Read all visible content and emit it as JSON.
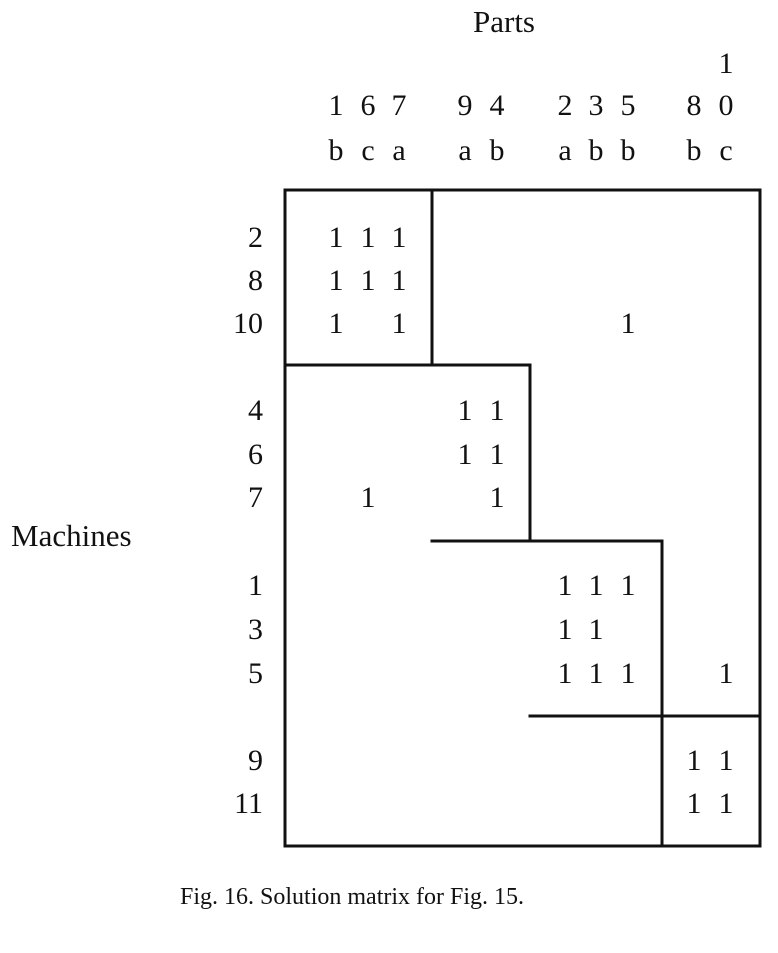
{
  "axis_labels": {
    "parts": "Parts",
    "machines": "Machines"
  },
  "parts": [
    {
      "top": "",
      "number": "1",
      "letter": "b"
    },
    {
      "top": "",
      "number": "6",
      "letter": "c"
    },
    {
      "top": "",
      "number": "7",
      "letter": "a"
    },
    {
      "top": "",
      "number": "9",
      "letter": "a"
    },
    {
      "top": "",
      "number": "4",
      "letter": "b"
    },
    {
      "top": "",
      "number": "2",
      "letter": "a"
    },
    {
      "top": "",
      "number": "3",
      "letter": "b"
    },
    {
      "top": "",
      "number": "5",
      "letter": "b"
    },
    {
      "top": "",
      "number": "8",
      "letter": "b"
    },
    {
      "top": "1",
      "number": "0",
      "letter": "c"
    }
  ],
  "machines": [
    "2",
    "8",
    "10",
    "4",
    "6",
    "7",
    "1",
    "3",
    "5",
    "9",
    "11"
  ],
  "entries": [
    {
      "machine": 0,
      "part": 0,
      "value": "1"
    },
    {
      "machine": 0,
      "part": 1,
      "value": "1"
    },
    {
      "machine": 0,
      "part": 2,
      "value": "1"
    },
    {
      "machine": 1,
      "part": 0,
      "value": "1"
    },
    {
      "machine": 1,
      "part": 1,
      "value": "1"
    },
    {
      "machine": 1,
      "part": 2,
      "value": "1"
    },
    {
      "machine": 2,
      "part": 0,
      "value": "1"
    },
    {
      "machine": 2,
      "part": 2,
      "value": "1"
    },
    {
      "machine": 2,
      "part": 7,
      "value": "1"
    },
    {
      "machine": 3,
      "part": 3,
      "value": "1"
    },
    {
      "machine": 3,
      "part": 4,
      "value": "1"
    },
    {
      "machine": 4,
      "part": 3,
      "value": "1"
    },
    {
      "machine": 4,
      "part": 4,
      "value": "1"
    },
    {
      "machine": 5,
      "part": 1,
      "value": "1"
    },
    {
      "machine": 5,
      "part": 4,
      "value": "1"
    },
    {
      "machine": 6,
      "part": 5,
      "value": "1"
    },
    {
      "machine": 6,
      "part": 6,
      "value": "1"
    },
    {
      "machine": 6,
      "part": 7,
      "value": "1"
    },
    {
      "machine": 7,
      "part": 5,
      "value": "1"
    },
    {
      "machine": 7,
      "part": 6,
      "value": "1"
    },
    {
      "machine": 8,
      "part": 5,
      "value": "1"
    },
    {
      "machine": 8,
      "part": 6,
      "value": "1"
    },
    {
      "machine": 8,
      "part": 7,
      "value": "1"
    },
    {
      "machine": 8,
      "part": 9,
      "value": "1"
    },
    {
      "machine": 9,
      "part": 8,
      "value": "1"
    },
    {
      "machine": 9,
      "part": 9,
      "value": "1"
    },
    {
      "machine": 10,
      "part": 8,
      "value": "1"
    },
    {
      "machine": 10,
      "part": 9,
      "value": "1"
    }
  ],
  "blocks": [
    {
      "rows": [
        0,
        2
      ],
      "cols": [
        0,
        2
      ]
    },
    {
      "rows": [
        3,
        5
      ],
      "cols": [
        3,
        4
      ]
    },
    {
      "rows": [
        6,
        8
      ],
      "cols": [
        5,
        7
      ]
    },
    {
      "rows": [
        9,
        10
      ],
      "cols": [
        8,
        9
      ]
    }
  ],
  "caption": "Fig. 16. Solution matrix for Fig. 15."
}
